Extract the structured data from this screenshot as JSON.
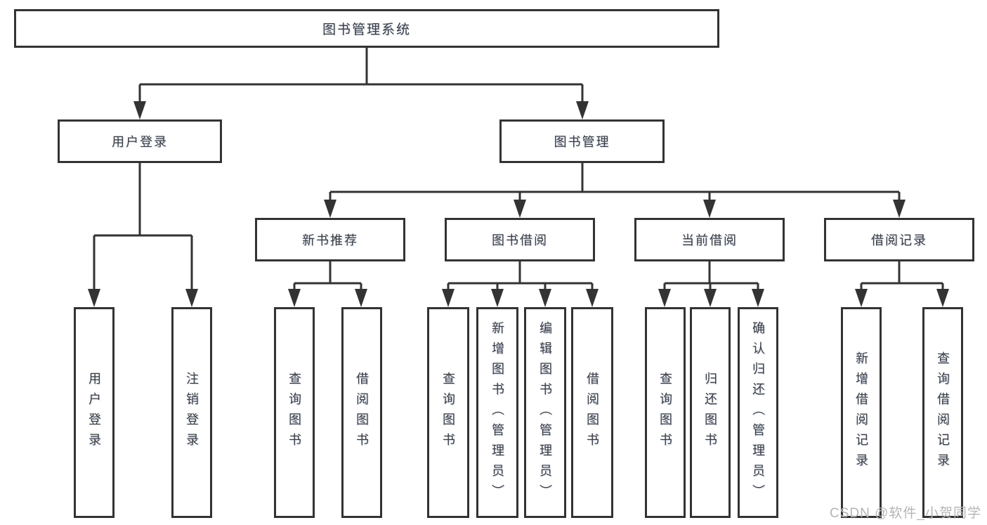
{
  "diagram": {
    "root": {
      "label": "图书管理系统"
    },
    "level2": [
      {
        "label": "用户登录"
      },
      {
        "label": "图书管理"
      }
    ],
    "level3": [
      {
        "label": "新书推荐"
      },
      {
        "label": "图书借阅"
      },
      {
        "label": "当前借阅"
      },
      {
        "label": "借阅记录"
      }
    ],
    "leaves": {
      "user_login": [
        {
          "label": "用户登录"
        },
        {
          "label": "注销登录"
        }
      ],
      "new_book": [
        {
          "label": "查询图书"
        },
        {
          "label": "借阅图书"
        }
      ],
      "book_borrow": [
        {
          "label": "查询图书"
        },
        {
          "label": "新增图书（管理员）"
        },
        {
          "label": "编辑图书（管理员）"
        },
        {
          "label": "借阅图书"
        }
      ],
      "current_borrow": [
        {
          "label": "查询图书"
        },
        {
          "label": "归还图书"
        },
        {
          "label": "确认归还（管理员）"
        }
      ],
      "borrow_records": [
        {
          "label": "新增借阅记录"
        },
        {
          "label": "查询借阅记录"
        }
      ]
    }
  },
  "watermark": {
    "text": "CSDN @软件_小贺同学"
  },
  "colors": {
    "line": "#333333",
    "node_text": "#3d3d3d",
    "node_fill": "#ffffff",
    "watermark": "#b5b5b5",
    "background": "#ffffff"
  }
}
